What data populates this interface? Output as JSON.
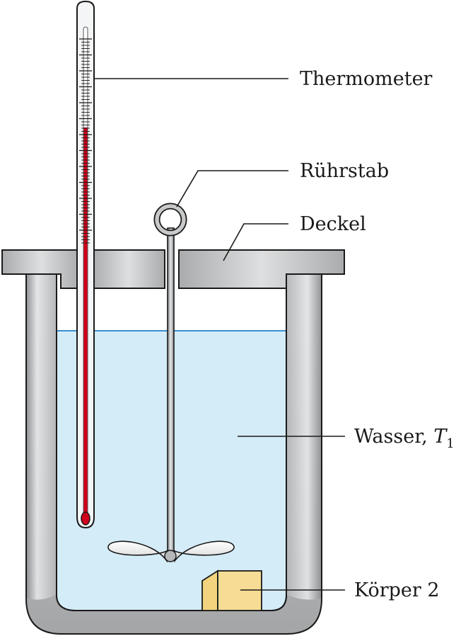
{
  "labels": {
    "thermometer": "Thermometer",
    "stirrer": "Rührstab",
    "lid": "Deckel",
    "water_prefix": "Wasser, ",
    "water_symbol": "T",
    "water_subscript": "1",
    "body": "Körper 2"
  },
  "colors": {
    "water": "#d4ecf7",
    "water_surface": "#3b8fd0",
    "vessel": "#c8c9cb",
    "outline": "#1a1a1a",
    "mercury": "#d0021b",
    "body": "#f6dc94"
  }
}
